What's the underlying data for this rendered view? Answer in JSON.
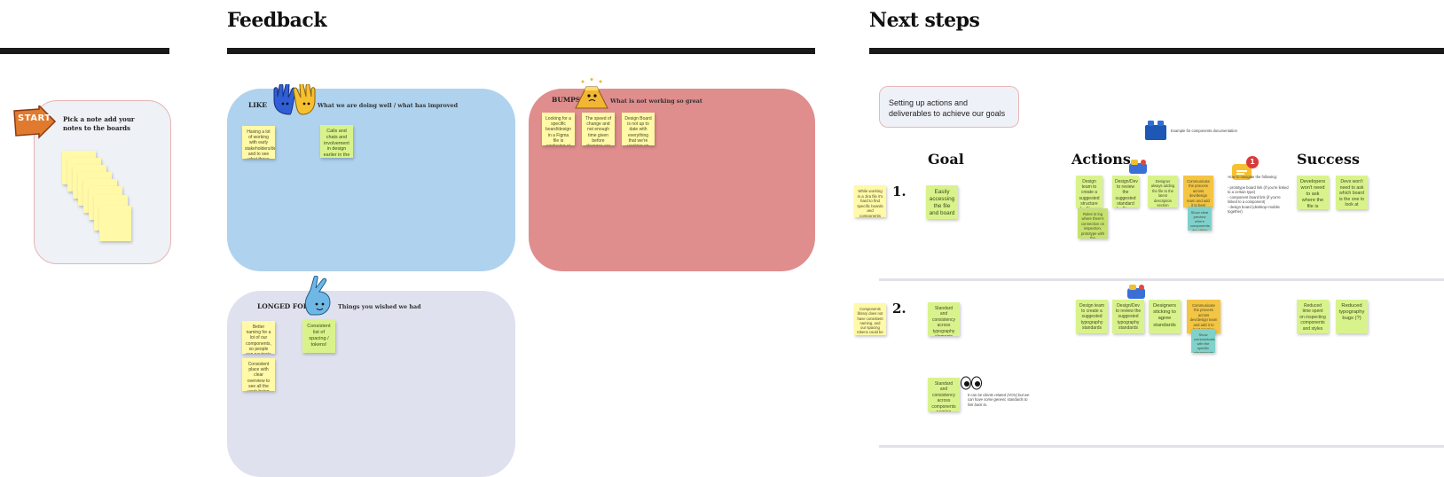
{
  "sections": {
    "feedback": "Feedback",
    "next_steps": "Next steps"
  },
  "start": {
    "badge": "START",
    "instruction": "Pick a note add your notes to the boards"
  },
  "like": {
    "label": "LIKE",
    "subtitle": "What we are doing well / what has improved",
    "notes": [
      "Having a lot of working with early stakeholders/designers and to see what those are going to work further",
      "Calls and chats and involvement in design earlier in the process"
    ]
  },
  "bumps": {
    "label": "BUMPS",
    "subtitle": "What is not working so great",
    "notes": [
      "Looking for a specific board/design in a Figma file is confusing at the Entity or Space, may cause headache or spend a lot of time on Figma",
      "The speed of change and not enough time given before changes are introduced and designs that reflect the changes aren't available",
      "Design Board is not up to date with everything that we're working on and what is not"
    ]
  },
  "longed": {
    "label": "LONGED FOR",
    "subtitle": "Things you wished we had",
    "notes": [
      "Better naming for a lot of our components, so people can navigate and find out quickly",
      "Consistent list of spacing / tokens!",
      "Consistent place with clear overview to see all the work being done across the whole team"
    ]
  },
  "next": {
    "intro": "Setting up actions and deliverables to achieve our goals",
    "example_note": "Example for components documentation",
    "columns": {
      "goal": "Goal",
      "actions": "Actions",
      "success": "Success"
    },
    "row1": {
      "number": "1.",
      "left_note": "While working in a Jira file it's hard to find specific boards and components",
      "goal": "Easily accessing the file and board",
      "actions": [
        "Design team to create a suggested structure for Figma files",
        "Design/Dev to review the suggested standard for Figma file",
        "Designer always adding the file to the latest description section",
        "Communicate the process across dev/design team and add it to best practice"
      ],
      "extra_green": "Rules to log where there's connection on inspection, prototype with the playgrounds",
      "extra_teal": "Show clear preview where components are sitting",
      "comment_count": "1",
      "comment_heading": "How to navigate the following:",
      "bullets": [
        "- prototype board link (if you're linked to a certain type)",
        "- component board link (if you're linked to a component)",
        "- design board (desktop+mobile together)"
      ],
      "success": [
        "Developers won't need to ask where the file is",
        "Devs won't need to ask which board is the one to look at"
      ]
    },
    "row2": {
      "number": "2.",
      "left_note": "Components library does not have consistent naming, and our spacing tokens could be named more clearly",
      "goal": "Standard and consistency across typography elements",
      "goal_bold": "typography elements",
      "actions": [
        "Design team to create a suggested typography standards",
        "Design/Dev to review the suggested typography standards",
        "Designers sticking to agree standards",
        "Communicate the process across dev/design team and add it to best practice"
      ],
      "extra_teal": "Show communication with the specific playgrounds",
      "success": [
        "Reduced time spent on inspecting components and styles",
        "Reduced typography bugs (?)"
      ]
    },
    "row3": {
      "goal": "Standard and consistency across components naming",
      "note": "It can be clients related (VOX) but we can have some generic standards to link back to."
    }
  },
  "colors": {
    "like_panel": "#afd2ee",
    "bumps_panel": "#e08d8d",
    "longed_panel": "#dfe1ee",
    "start_panel": "#eef1f6",
    "start_badge": "#e07a2e",
    "sticky_yellow": "#fff9a8",
    "sticky_green": "#d9f38c"
  }
}
